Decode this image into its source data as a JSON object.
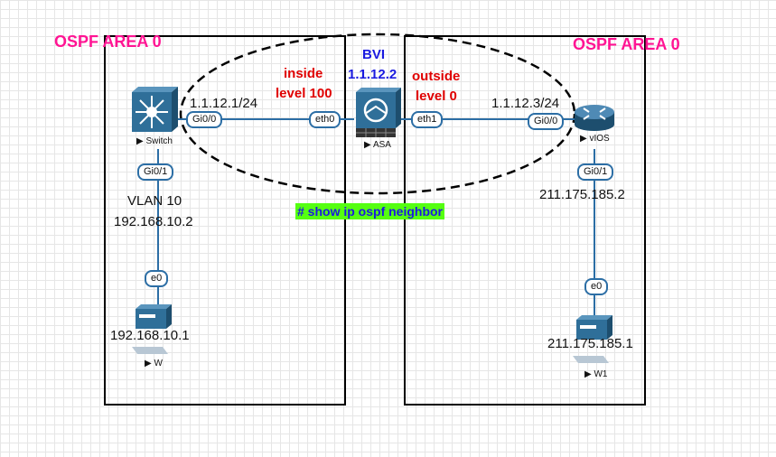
{
  "colors": {
    "area_label": "#ff1493",
    "link": "#2c6ea5",
    "inside_outside": "#e00000",
    "bvi": "#1a1ae0",
    "command_bg": "#55ff11",
    "command_text": "#1a1ae0"
  },
  "areas": {
    "left": "OSPF AREA 0",
    "right": "OSPF AREA 0"
  },
  "bvi": {
    "label": "BVI",
    "ip": "1.1.12.2"
  },
  "zones": {
    "inside_line1": "inside",
    "inside_line2": "level 100",
    "outside_line1": "outside",
    "outside_line2": "level 0"
  },
  "devices": {
    "switch": {
      "name": "Switch",
      "icon": "layer3-switch-icon"
    },
    "asa": {
      "name": "ASA",
      "icon": "firewall-icon"
    },
    "vios": {
      "name": "vIOS",
      "icon": "router-icon"
    },
    "w": {
      "name": "W",
      "icon": "workstation-icon"
    },
    "w1": {
      "name": "W1",
      "icon": "workstation-icon"
    }
  },
  "ports": {
    "switch_gi00": "Gi0/0",
    "asa_eth0": "eth0",
    "asa_eth1": "eth1",
    "vios_gi00": "Gi0/0",
    "switch_gi01": "Gi0/1",
    "w_e0": "e0",
    "vios_gi01": "Gi0/1",
    "w1_e0": "e0"
  },
  "addresses": {
    "switch_ip": "1.1.12.1/24",
    "vios_ip": "1.1.12.3/24",
    "vlan": "VLAN 10",
    "vlan_ip": "192.168.10.2",
    "w_ip": "192.168.10.1",
    "vios_gi01_ip": "211.175.185.2",
    "w1_ip": "211.175.185.1"
  },
  "command": "# show ip ospf neighbor"
}
